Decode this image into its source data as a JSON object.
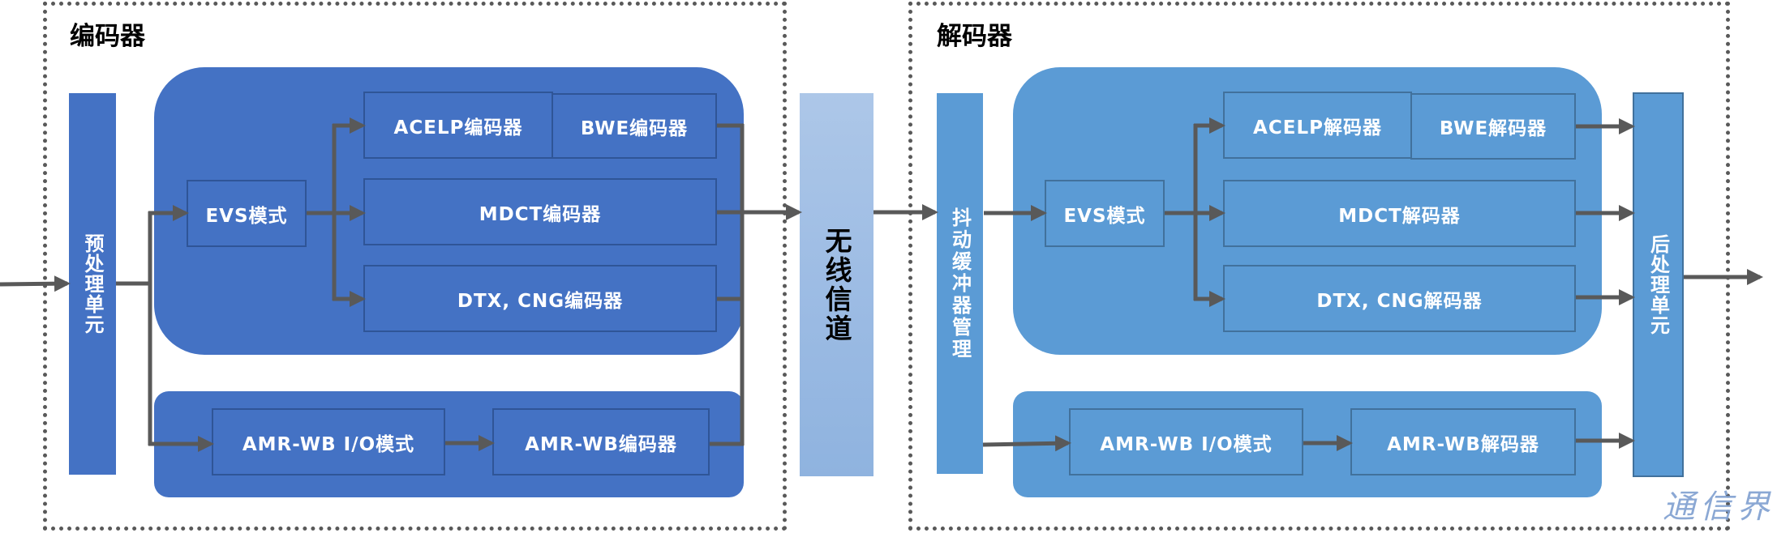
{
  "encoder": {
    "title": "编码器",
    "preprocess": "预处理单元",
    "evs_mode": "EVS模式",
    "acelp": "ACELP编码器",
    "bwe": "BWE编码器",
    "mdct": "MDCT编码器",
    "dtx_cng": "DTX, CNG编码器",
    "amrwb_io": "AMR-WB I/O模式",
    "amrwb": "AMR-WB编码器"
  },
  "channel": {
    "label": "无线信道"
  },
  "decoder": {
    "title": "解码器",
    "jitter_buffer": "抖动缓冲器管理",
    "evs_mode": "EVS模式",
    "acelp": "ACELP解码器",
    "bwe": "BWE解码器",
    "mdct": "MDCT解码器",
    "dtx_cng": "DTX, CNG解码器",
    "amrwb_io": "AMR-WB I/O模式",
    "amrwb": "AMR-WB解码器",
    "postprocess": "后处理单元"
  },
  "watermark": "通信界",
  "colors": {
    "encoder_fill": "#4472c4",
    "decoder_fill": "#5b9bd5",
    "channel_fill": "#9dbce4",
    "arrow": "#595959"
  }
}
